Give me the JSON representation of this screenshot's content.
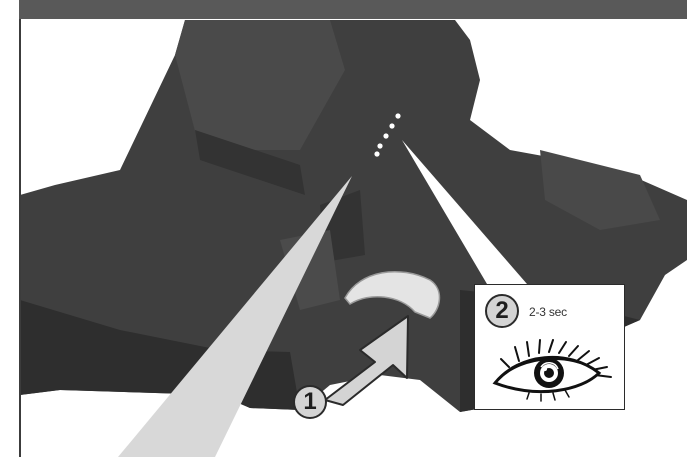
{
  "callout": {
    "step_number": "2",
    "duration": "2-3 sec",
    "eye_icon": "eye-icon"
  },
  "action": {
    "step_number": "1",
    "arrow_icon": "push-arrow-icon"
  },
  "colors": {
    "device_body": "#3f3f3f",
    "device_shadow": "#2e2e2e",
    "header_bar": "#595959",
    "beam": "#d8d8d8",
    "led": "#ffffff",
    "step_circle": "#d4d4d4"
  }
}
